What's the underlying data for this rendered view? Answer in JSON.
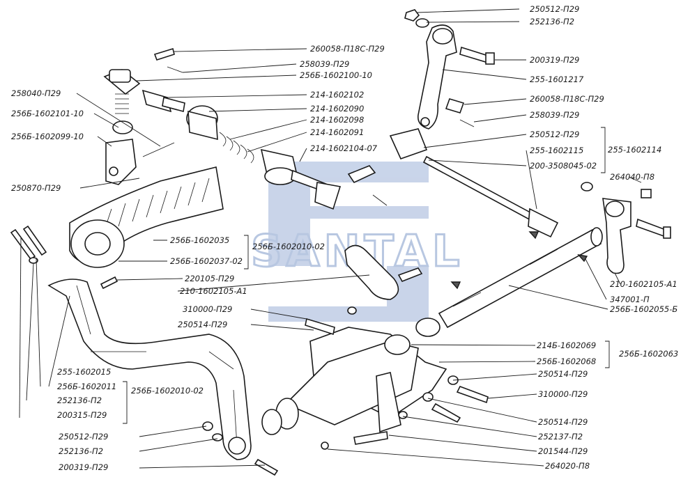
{
  "watermark": {
    "text": "SANTAL",
    "color": "#7f9bc9"
  },
  "labels": {
    "l_250512_top": "250512-П29",
    "l_252136_top": "252136-П2",
    "l_260058_a": "260058-П18С-П29",
    "l_200319_a": "200319-П29",
    "l_258039_a": "258039-П29",
    "l_2566_1602100": "256Б-1602100-10",
    "l_255_1601217": "255-1601217",
    "l_258040": "258040-П29",
    "l_214_1602102": "214-1602102",
    "l_260058_b": "260058-П18С-П29",
    "l_214_1602090": "214-1602090",
    "l_2566_1602101": "256Б-1602101-10",
    "l_214_1602098": "214-1602098",
    "l_258039_b": "258039-П29",
    "l_214_1602091": "214-1602091",
    "l_2566_1602099": "256Б-1602099-10",
    "l_250512_mid": "250512-П29",
    "l_255_1602114": "255-1602114",
    "l_214_1602104": "214-1602104-07",
    "l_255_1602115": "255-1602115",
    "l_200_3508045": "200-3508045-02",
    "l_264040": "264040-П8",
    "l_250870": "250870-П29",
    "l_2566_1602035": "256Б-1602035",
    "l_2566_1602010_a": "256Б-1602010-02",
    "l_2566_1602037": "256Б-1602037-02",
    "l_220105": "220105-П29",
    "l_210_1602105_a1": "210-1602105-А1",
    "l_210_1602105_r": "210-1602105-А1",
    "l_347001": "347001-П",
    "l_310000_a": "310000-П29",
    "l_2566_1602055": "256Б-1602055-Б",
    "l_250514_a": "250514-П29",
    "l_2146_1602069": "214Б-1602069",
    "l_2566_1602063": "256Б-1602063",
    "l_2566_1602068": "256Б-1602068",
    "l_255_1602015": "255-1602015",
    "l_250514_b": "250514-П29",
    "l_2566_1602011": "256Б-1602011",
    "l_2566_1602010_b": "256Б-1602010-02",
    "l_310000_b": "310000-П29",
    "l_252136_b": "252136-П2",
    "l_200315": "200315-П29",
    "l_250514_c": "250514-П29",
    "l_250512_bot": "250512-П29",
    "l_252137": "252137-П2",
    "l_252136_c": "252136-П2",
    "l_201544": "201544-П29",
    "l_200319_b": "200319-П29",
    "l_264020": "264020-П8"
  }
}
